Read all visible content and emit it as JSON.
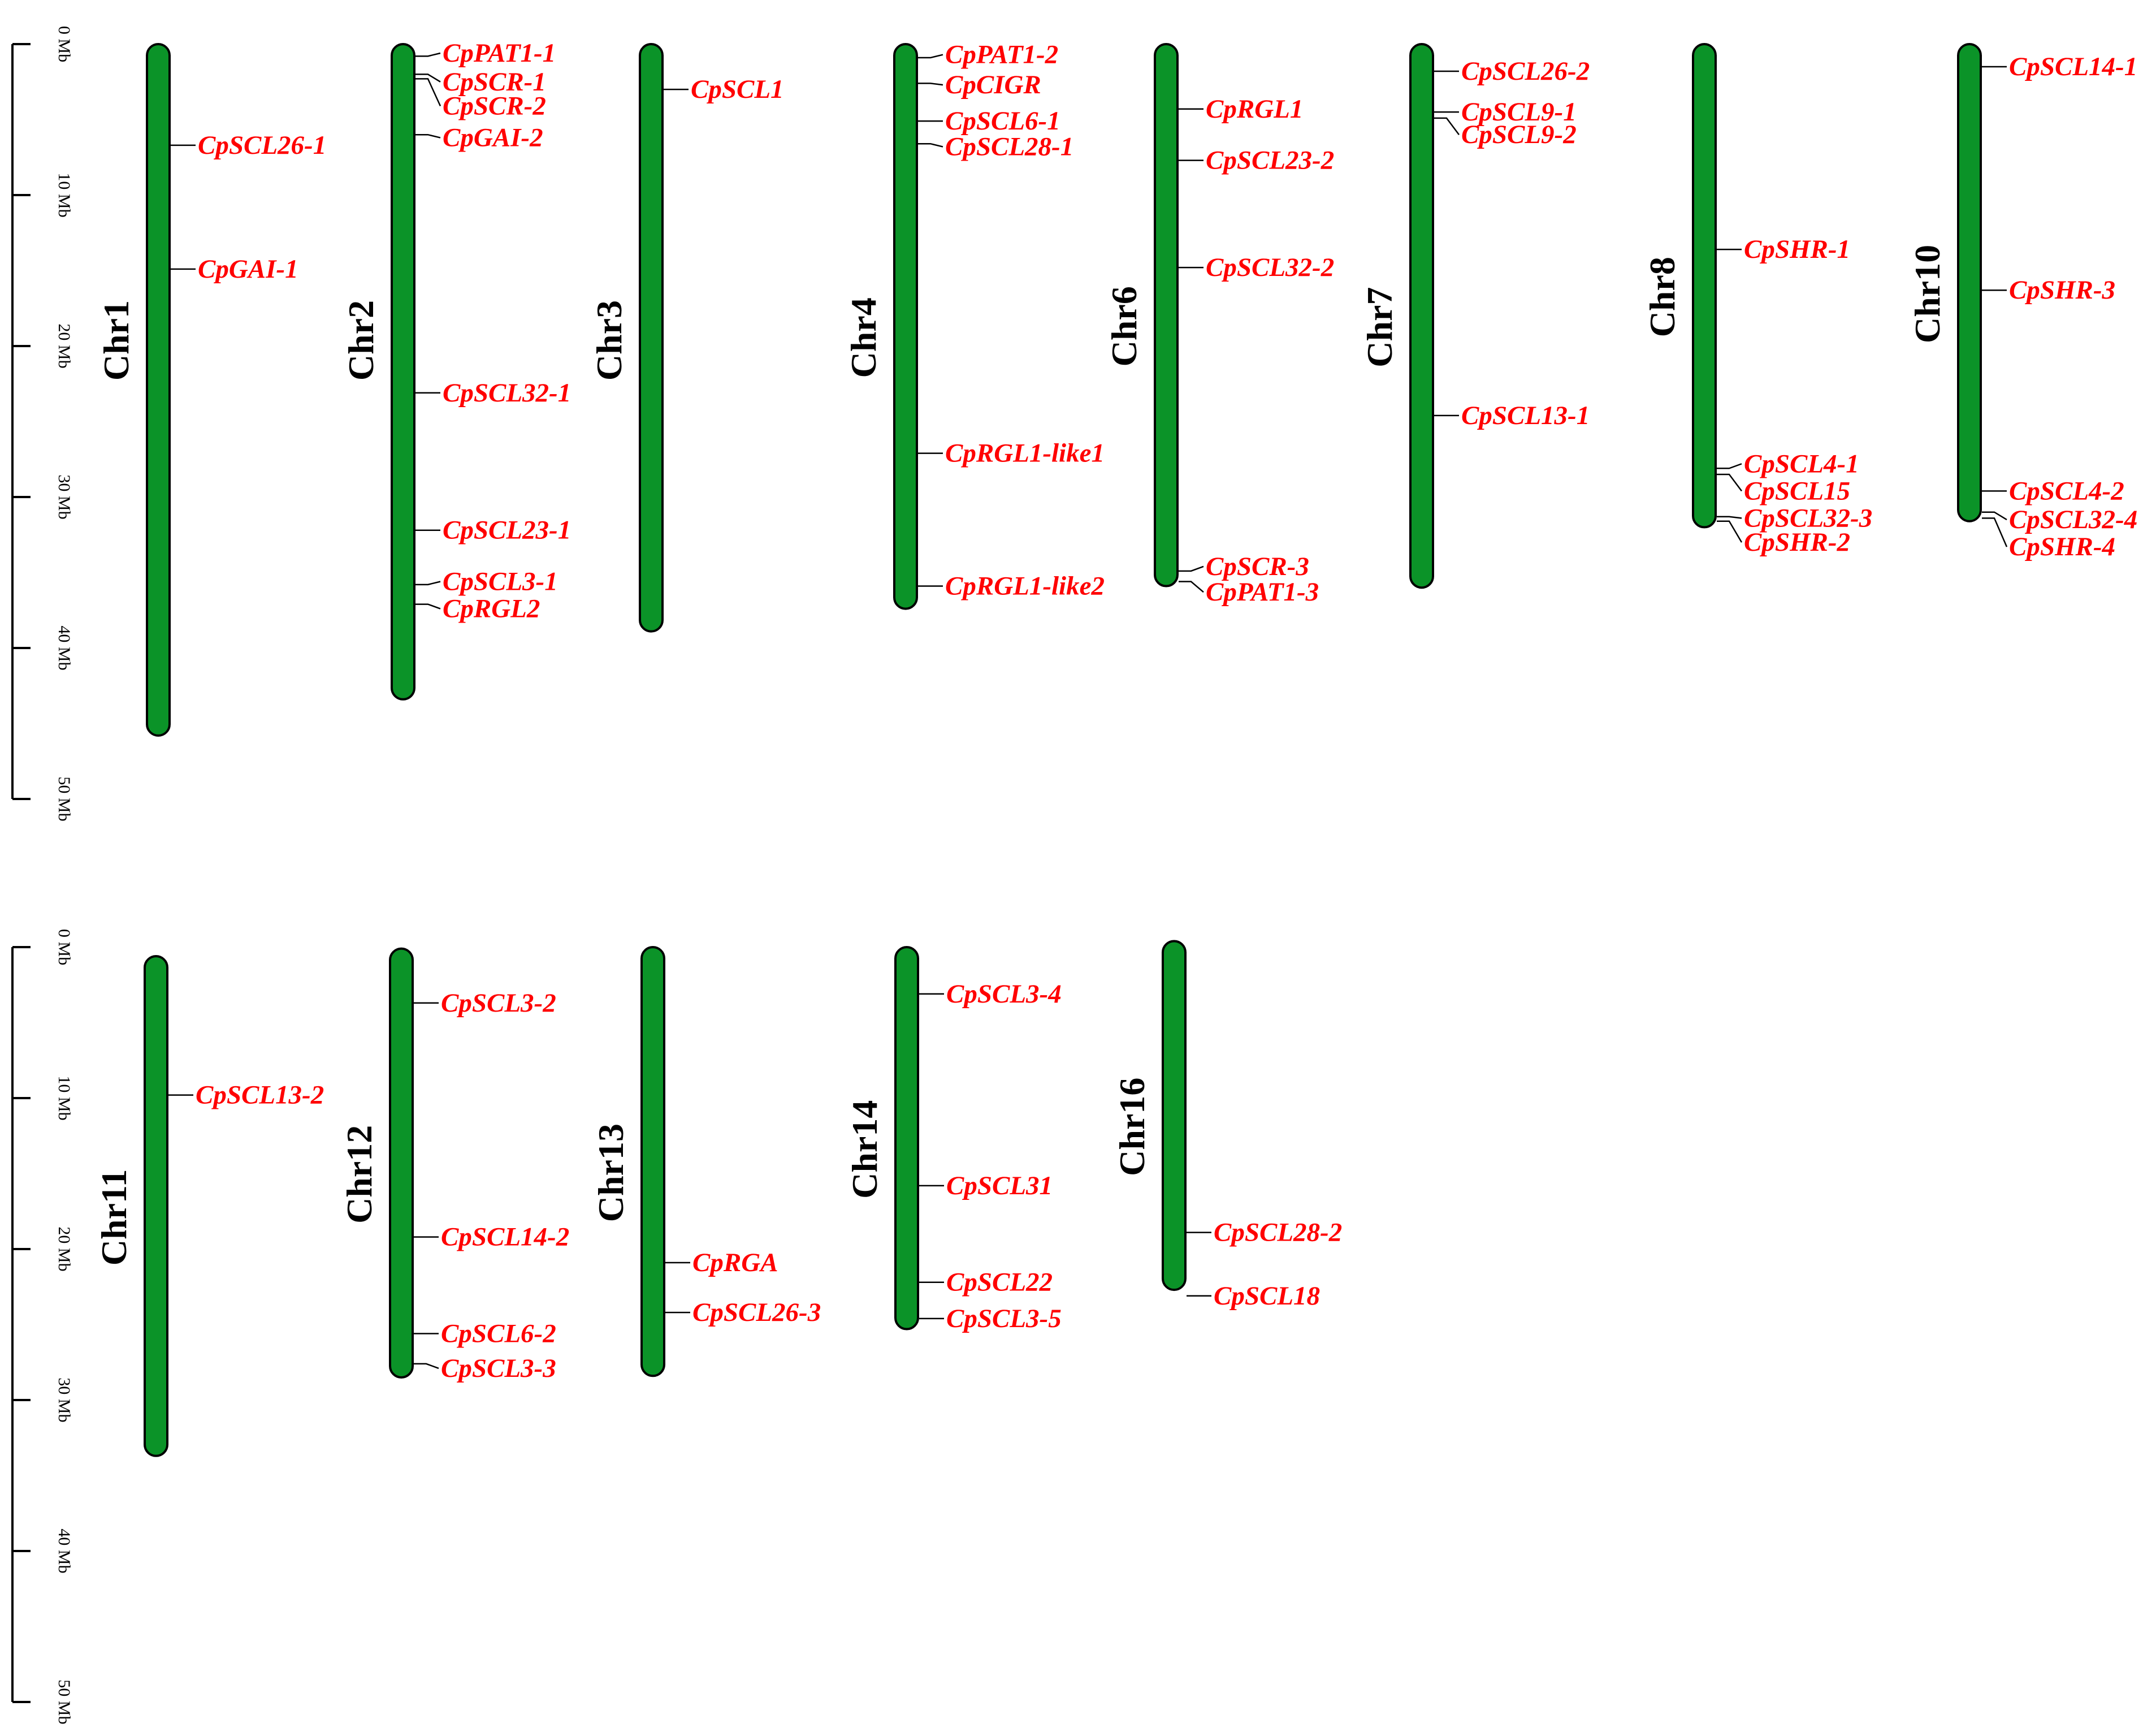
{
  "colors": {
    "chromosome_fill": "#0b9328",
    "chromosome_stroke": "#000000",
    "gene_label": "#ff0000",
    "axis": "#000000"
  },
  "scale": {
    "unit": "Mb",
    "ticks": [
      {
        "value": 0,
        "label": "0 Mb"
      },
      {
        "value": 10,
        "label": "10 Mb"
      },
      {
        "value": 20,
        "label": "20 Mb"
      },
      {
        "value": 30,
        "label": "30 Mb"
      },
      {
        "value": 40,
        "label": "40 Mb"
      },
      {
        "value": 50,
        "label": "50 Mb"
      }
    ],
    "range_mb": [
      0,
      50
    ]
  },
  "panels": [
    {
      "id": "top",
      "chromosomes": [
        {
          "name": "Chr1",
          "start_mb": 0,
          "end_mb": 45.8,
          "genes": [
            {
              "name": "CpSCL26-1",
              "pos_mb": 6.7,
              "label_mb": 6.7
            },
            {
              "name": "CpGAI-1",
              "pos_mb": 14.9,
              "label_mb": 14.9
            }
          ]
        },
        {
          "name": "Chr2",
          "start_mb": 0,
          "end_mb": 43.4,
          "genes": [
            {
              "name": "CpPAT1-1",
              "pos_mb": 0.8,
              "label_mb": 0.6
            },
            {
              "name": "CpSCR-1",
              "pos_mb": 2.0,
              "label_mb": 2.5
            },
            {
              "name": "CpSCR-2",
              "pos_mb": 2.3,
              "label_mb": 4.1
            },
            {
              "name": "CpGAI-2",
              "pos_mb": 6.0,
              "label_mb": 6.2
            },
            {
              "name": "CpSCL32-1",
              "pos_mb": 23.1,
              "label_mb": 23.1
            },
            {
              "name": "CpSCL23-1",
              "pos_mb": 32.2,
              "label_mb": 32.2
            },
            {
              "name": "CpSCL3-1",
              "pos_mb": 35.8,
              "label_mb": 35.6
            },
            {
              "name": "CpRGL2",
              "pos_mb": 37.1,
              "label_mb": 37.4
            }
          ]
        },
        {
          "name": "Chr3",
          "start_mb": 0,
          "end_mb": 38.9,
          "genes": [
            {
              "name": "CpSCL1",
              "pos_mb": 3.0,
              "label_mb": 3.0
            }
          ]
        },
        {
          "name": "Chr4",
          "start_mb": 0,
          "end_mb": 37.4,
          "genes": [
            {
              "name": "CpPAT1-2",
              "pos_mb": 0.9,
              "label_mb": 0.7
            },
            {
              "name": "CpCIGR",
              "pos_mb": 2.6,
              "label_mb": 2.7
            },
            {
              "name": "CpSCL6-1",
              "pos_mb": 5.1,
              "label_mb": 5.1
            },
            {
              "name": "CpSCL28-1",
              "pos_mb": 6.6,
              "label_mb": 6.8
            },
            {
              "name": "CpRGL1-like1",
              "pos_mb": 27.1,
              "label_mb": 27.1
            },
            {
              "name": "CpRGL1-like2",
              "pos_mb": 35.9,
              "label_mb": 35.9
            }
          ]
        },
        {
          "name": "Chr6",
          "start_mb": 0,
          "end_mb": 35.9,
          "genes": [
            {
              "name": "CpRGL1",
              "pos_mb": 4.3,
              "label_mb": 4.3
            },
            {
              "name": "CpSCL23-2",
              "pos_mb": 7.7,
              "label_mb": 7.7
            },
            {
              "name": "CpSCL32-2",
              "pos_mb": 14.8,
              "label_mb": 14.8
            },
            {
              "name": "CpSCR-3",
              "pos_mb": 34.9,
              "label_mb": 34.6
            },
            {
              "name": "CpPAT1-3",
              "pos_mb": 35.6,
              "label_mb": 36.3
            }
          ]
        },
        {
          "name": "Chr7",
          "start_mb": 0,
          "end_mb": 36.0,
          "genes": [
            {
              "name": "CpSCL26-2",
              "pos_mb": 1.8,
              "label_mb": 1.8
            },
            {
              "name": "CpSCL9-1",
              "pos_mb": 4.5,
              "label_mb": 4.5
            },
            {
              "name": "CpSCL9-2",
              "pos_mb": 4.9,
              "label_mb": 6.0
            },
            {
              "name": "CpSCL13-1",
              "pos_mb": 24.6,
              "label_mb": 24.6
            }
          ]
        },
        {
          "name": "Chr8",
          "start_mb": 0,
          "end_mb": 32.0,
          "genes": [
            {
              "name": "CpSHR-1",
              "pos_mb": 13.6,
              "label_mb": 13.6
            },
            {
              "name": "CpSCL4-1",
              "pos_mb": 28.1,
              "label_mb": 27.8
            },
            {
              "name": "CpSCL15",
              "pos_mb": 28.5,
              "label_mb": 29.6
            },
            {
              "name": "CpSCL32-3",
              "pos_mb": 31.3,
              "label_mb": 31.4
            },
            {
              "name": "CpSHR-2",
              "pos_mb": 31.6,
              "label_mb": 33.0
            }
          ]
        },
        {
          "name": "Chr10",
          "start_mb": 0,
          "end_mb": 31.6,
          "genes": [
            {
              "name": "CpSCL14-1",
              "pos_mb": 1.5,
              "label_mb": 1.5
            },
            {
              "name": "CpSHR-3",
              "pos_mb": 16.3,
              "label_mb": 16.3
            },
            {
              "name": "CpSCL4-2",
              "pos_mb": 29.6,
              "label_mb": 29.6
            },
            {
              "name": "CpSCL32-4",
              "pos_mb": 31.0,
              "label_mb": 31.5
            },
            {
              "name": "CpSHR-4",
              "pos_mb": 31.4,
              "label_mb": 33.3
            }
          ]
        }
      ]
    },
    {
      "id": "bottom",
      "chromosomes": [
        {
          "name": "Chr11",
          "start_mb": 0.6,
          "end_mb": 33.7,
          "genes": [
            {
              "name": "CpSCL13-2",
              "pos_mb": 9.8,
              "label_mb": 9.8
            }
          ]
        },
        {
          "name": "Chr12",
          "start_mb": 0.1,
          "end_mb": 28.5,
          "genes": [
            {
              "name": "CpSCL3-2",
              "pos_mb": 3.7,
              "label_mb": 3.7
            },
            {
              "name": "CpSCL14-2",
              "pos_mb": 19.2,
              "label_mb": 19.2
            },
            {
              "name": "CpSCL6-2",
              "pos_mb": 25.6,
              "label_mb": 25.6
            },
            {
              "name": "CpSCL3-3",
              "pos_mb": 27.6,
              "label_mb": 27.9
            }
          ]
        },
        {
          "name": "Chr13",
          "start_mb": 0,
          "end_mb": 28.4,
          "genes": [
            {
              "name": "CpRGA",
              "pos_mb": 20.9,
              "label_mb": 20.9
            },
            {
              "name": "CpSCL26-3",
              "pos_mb": 24.2,
              "label_mb": 24.2
            }
          ]
        },
        {
          "name": "Chr14",
          "start_mb": 0,
          "end_mb": 25.3,
          "genes": [
            {
              "name": "CpSCL3-4",
              "pos_mb": 3.1,
              "label_mb": 3.1
            },
            {
              "name": "CpSCL31",
              "pos_mb": 15.8,
              "label_mb": 15.8
            },
            {
              "name": "CpSCL22",
              "pos_mb": 22.2,
              "label_mb": 22.2
            },
            {
              "name": "CpSCL3-5",
              "pos_mb": 24.6,
              "label_mb": 24.6
            }
          ]
        },
        {
          "name": "Chr16",
          "start_mb": -0.4,
          "end_mb": 22.7,
          "genes": [
            {
              "name": "CpSCL28-2",
              "pos_mb": 18.9,
              "label_mb": 18.9
            },
            {
              "name": "CpSCL18",
              "pos_mb": 23.1,
              "label_mb": 23.1
            }
          ]
        }
      ]
    }
  ]
}
